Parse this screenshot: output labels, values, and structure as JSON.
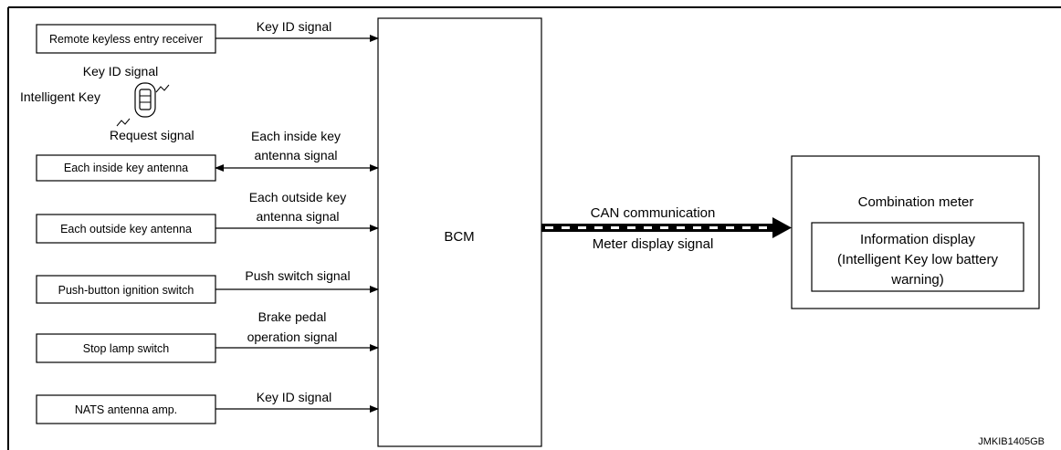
{
  "inputs": [
    {
      "device": "Remote keyless entry receiver",
      "signal": [
        "Key ID signal"
      ],
      "direction": "to-bcm"
    },
    {
      "device": "Each inside key antenna",
      "signal": [
        "Each inside key",
        "antenna signal"
      ],
      "direction": "both"
    },
    {
      "device": "Each outside key antenna",
      "signal": [
        "Each outside key",
        "antenna signal"
      ],
      "direction": "to-bcm"
    },
    {
      "device": "Push-button ignition switch",
      "signal": [
        "Push switch signal"
      ],
      "direction": "to-bcm"
    },
    {
      "device": "Stop lamp switch",
      "signal": [
        "Brake pedal",
        "operation signal"
      ],
      "direction": "to-bcm"
    },
    {
      "device": "NATS antenna amp.",
      "signal": [
        "Key ID signal"
      ],
      "direction": "to-bcm"
    }
  ],
  "intelligent_key": {
    "label": "Intelligent Key",
    "out_signal": "Key ID signal",
    "in_signal": "Request signal"
  },
  "bcm": {
    "label": "BCM"
  },
  "can_link": {
    "top_label": "CAN communication",
    "bottom_label": "Meter display signal"
  },
  "combination_meter": {
    "label": "Combination meter",
    "display": [
      "Information display",
      "(Intelligent Key low battery",
      "warning)"
    ]
  },
  "figure_code": "JMKIB1405GB"
}
